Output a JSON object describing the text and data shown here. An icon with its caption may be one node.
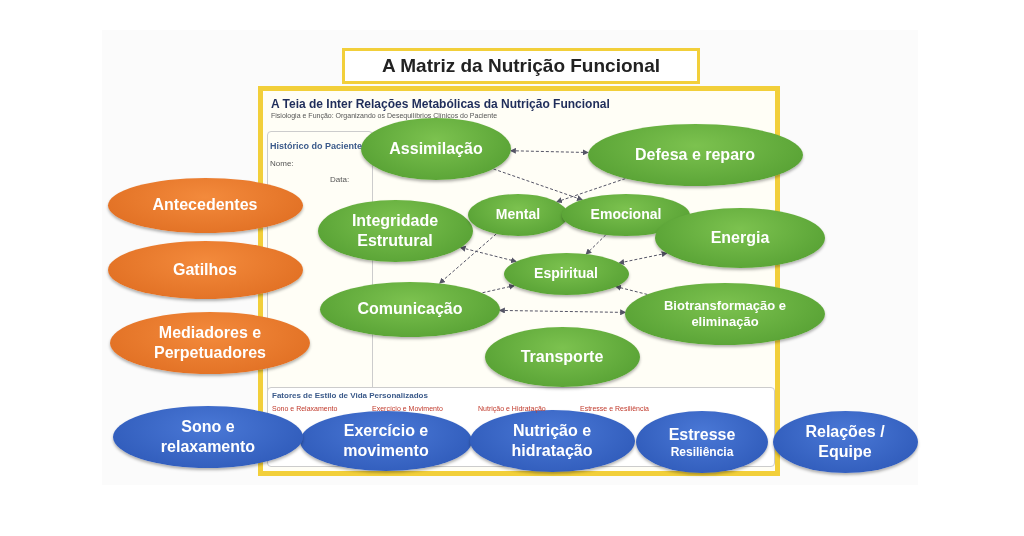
{
  "diagram": {
    "title": "A Matriz da Nutrição Funcional",
    "nodes": [
      {
        "text": [
          "A Teia de Inter Relações Metabólicas da Nutrição Funcional",
          "Fisiologia e Função: Organizando os Desequilíbrios Clínicos do Paciente"
        ]
      },
      {
        "text": [
          "Assimilação"
        ],
        "in": 0
      },
      {
        "text": [
          "Defesa e reparo"
        ]
      },
      {
        "text": [
          "Antecedentes"
        ]
      },
      {
        "text": [
          "Gatilhos"
        ]
      },
      {
        "text": [
          "Mediadores e Perpetuadores"
        ]
      },
      {
        "text": [
          "Integridade Estrutural"
        ],
        "in": 0
      },
      {
        "text": [
          "Mental"
        ],
        "in": 0
      },
      {
        "text": [
          "Emocional"
        ],
        "in": 0
      },
      {
        "text": [
          "Energia"
        ]
      },
      {
        "text": [
          "Espiritual"
        ],
        "in": 0
      },
      {
        "text": [
          "Comunicação"
        ],
        "in": 0
      },
      {
        "text": [
          "Biotransformação e eliminação"
        ]
      },
      {
        "text": [
          "Transporte"
        ],
        "in": 0
      },
      {
        "text": [
          "Sono e relaxamento"
        ]
      },
      {
        "text": [
          "Exercício e movimento"
        ],
        "in": 0
      },
      {
        "text": [
          "Nutrição e hidratação"
        ],
        "in": 0
      },
      {
        "text": [
          "Estresse",
          "Resiliência"
        ],
        "in": 0
      },
      {
        "text": [
          "Relações / Equipe"
        ]
      }
    ],
    "edges": [
      {
        "from": 1,
        "to": 2,
        "arrow": "both",
        "style": "dashed"
      },
      {
        "from": 1,
        "to": 8,
        "arrow": "to",
        "style": "dashed"
      },
      {
        "from": 2,
        "to": 7,
        "arrow": "to",
        "style": "dashed"
      },
      {
        "from": 6,
        "to": 10,
        "arrow": "both",
        "style": "dashed"
      },
      {
        "from": 9,
        "to": 10,
        "arrow": "both",
        "style": "dashed"
      },
      {
        "from": 11,
        "to": 12,
        "arrow": "both",
        "style": "dashed"
      },
      {
        "from": 11,
        "to": 10,
        "arrow": "to",
        "style": "dashed"
      },
      {
        "from": 12,
        "to": 10,
        "arrow": "to",
        "style": "dashed"
      },
      {
        "from": 7,
        "to": 11,
        "arrow": "to",
        "style": "dashed"
      },
      {
        "from": 8,
        "to": 10,
        "arrow": "to",
        "style": "dashed"
      }
    ],
    "labels": [
      "Histórico do Paciente",
      "Nome:",
      "Data:",
      "Fatores de Estilo de Vida Personalizados",
      "Sono e Relaxamento",
      "Exercício e Movimento",
      "Nutrição e Hidratação",
      "Estresse e Resiliência"
    ]
  }
}
